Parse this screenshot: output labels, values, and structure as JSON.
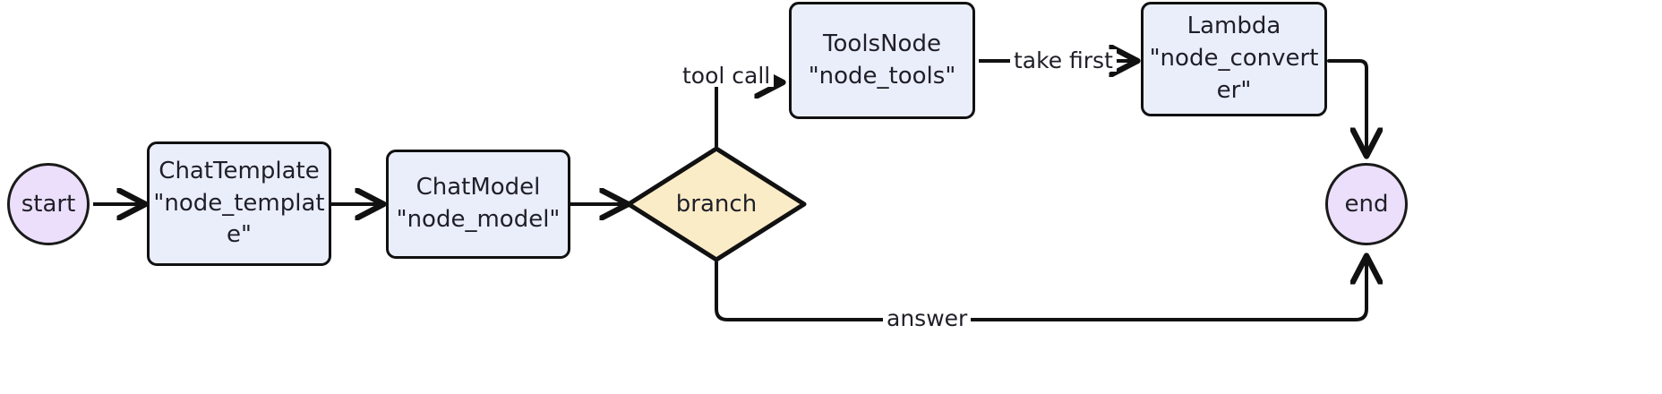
{
  "diagram": {
    "type": "flowchart",
    "direction": "left-to-right",
    "background": "#ffffff",
    "colors": {
      "terminal_fill": "#ecdffb",
      "process_fill": "#eaeefb",
      "decision_fill": "#fbecc8",
      "stroke": "#111111",
      "text": "#1f1f28"
    },
    "nodes": [
      {
        "id": "start",
        "shape": "circle",
        "label": "start",
        "fill": "#ecdffb"
      },
      {
        "id": "node_template",
        "shape": "rounded-rect",
        "label": "ChatTemplate\n\"node_templat\ne\"",
        "fill": "#eaeefb"
      },
      {
        "id": "node_model",
        "shape": "rounded-rect",
        "label": "ChatModel\n\"node_model\"",
        "fill": "#eaeefb"
      },
      {
        "id": "branch",
        "shape": "diamond",
        "label": "branch",
        "fill": "#fbecc8"
      },
      {
        "id": "node_tools",
        "shape": "rounded-rect",
        "label": "ToolsNode\n\"node_tools\"",
        "fill": "#eaeefb"
      },
      {
        "id": "node_converter",
        "shape": "rounded-rect",
        "label": "Lambda\n\"node_convert\ner\"",
        "fill": "#eaeefb"
      },
      {
        "id": "end",
        "shape": "circle",
        "label": "end",
        "fill": "#ecdffb"
      }
    ],
    "edges": [
      {
        "id": "e1",
        "from": "start",
        "to": "node_template",
        "label": ""
      },
      {
        "id": "e2",
        "from": "node_template",
        "to": "node_model",
        "label": ""
      },
      {
        "id": "e3",
        "from": "node_model",
        "to": "branch",
        "label": ""
      },
      {
        "id": "e4",
        "from": "branch",
        "to": "node_tools",
        "label": "tool call"
      },
      {
        "id": "e5",
        "from": "node_tools",
        "to": "node_converter",
        "label": "take first"
      },
      {
        "id": "e6",
        "from": "node_converter",
        "to": "end",
        "label": ""
      },
      {
        "id": "e7",
        "from": "branch",
        "to": "end",
        "label": "answer"
      }
    ]
  }
}
